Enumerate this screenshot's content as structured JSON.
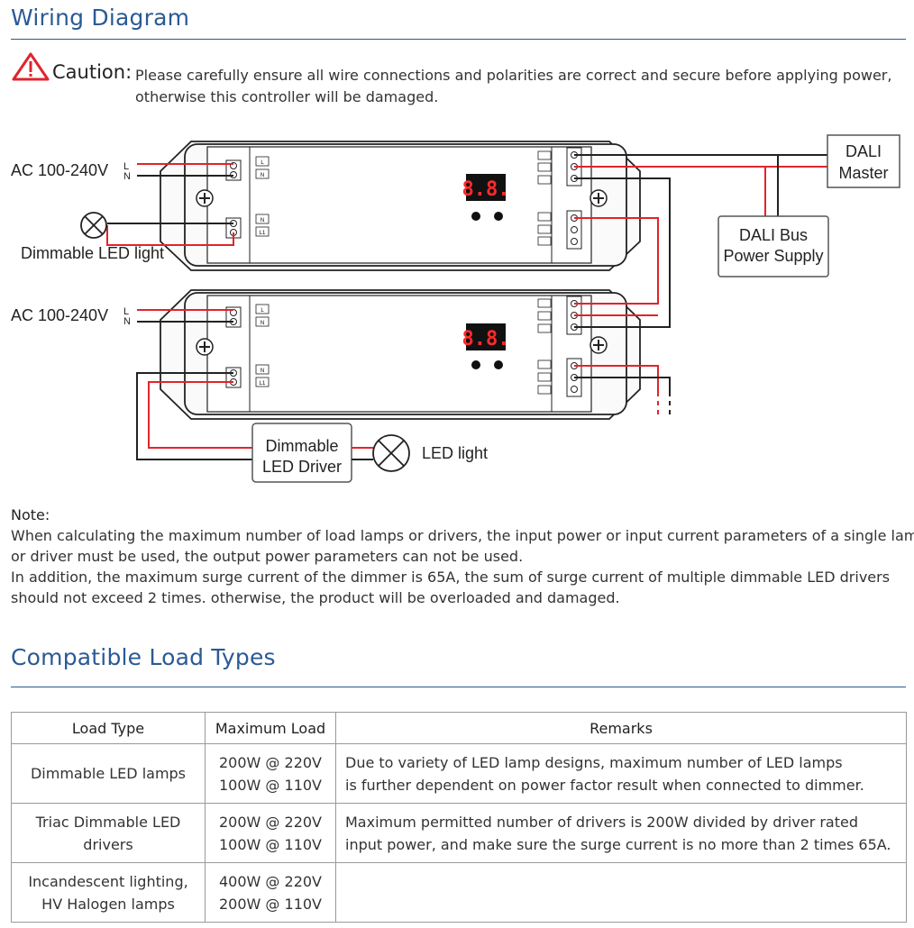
{
  "wiring": {
    "heading": "Wiring Diagram",
    "caution": {
      "label": "Caution:",
      "line1": "Please carefully ensure all wire connections and polarities are correct and secure before applying power,",
      "line2": "otherwise this controller will be damaged.",
      "icon": "warning-triangle-icon",
      "icon_color": "#e0242b"
    },
    "diagram": {
      "ac_label": "AC 100-240V",
      "l_label": "L",
      "n_label": "N",
      "dimmable_led_light": "Dimmable LED light",
      "dali_master": [
        "DALI",
        "Master"
      ],
      "dali_bus_power": [
        "DALI Bus",
        "Power Supply"
      ],
      "dimmable_led_driver": [
        "Dimmable",
        "LED Driver"
      ],
      "led_light": "LED light",
      "wire_red": "#e0242b",
      "wire_black": "#222222",
      "display_red": "#ff2b2b"
    }
  },
  "note": {
    "title": "Note:",
    "lines": [
      "When calculating the maximum number of load lamps or drivers, the input power or input current parameters of a single lamp",
      "or driver must be used, the output power parameters can not be used.",
      "In addition, the maximum surge current of the dimmer is 65A, the sum of surge current of multiple dimmable LED drivers",
      "should not exceed 2 times. otherwise, the product will be overloaded and damaged."
    ]
  },
  "loads": {
    "heading": "Compatible Load Types",
    "headers": [
      "Load Type",
      "Maximum Load",
      "Remarks"
    ],
    "rows": [
      {
        "type": [
          "Dimmable LED lamps"
        ],
        "max": [
          "200W @ 220V",
          "100W @ 110V"
        ],
        "remarks": [
          "Due to variety of LED lamp designs, maximum number of LED lamps",
          "is further dependent on power factor result when connected to dimmer."
        ]
      },
      {
        "type": [
          "Triac Dimmable LED drivers"
        ],
        "max": [
          "200W @ 220V",
          "100W @ 110V"
        ],
        "remarks": [
          "Maximum permitted number of drivers is 200W divided by driver rated",
          "input power, and make sure the surge current is no more than 2 times 65A."
        ]
      },
      {
        "type": [
          "Incandescent lighting,",
          "HV Halogen lamps"
        ],
        "max": [
          "400W @ 220V",
          "200W @ 110V"
        ],
        "remarks": []
      }
    ]
  },
  "colors": {
    "heading_blue": "#2a5a95",
    "rule_blue": "#2a5a95"
  }
}
